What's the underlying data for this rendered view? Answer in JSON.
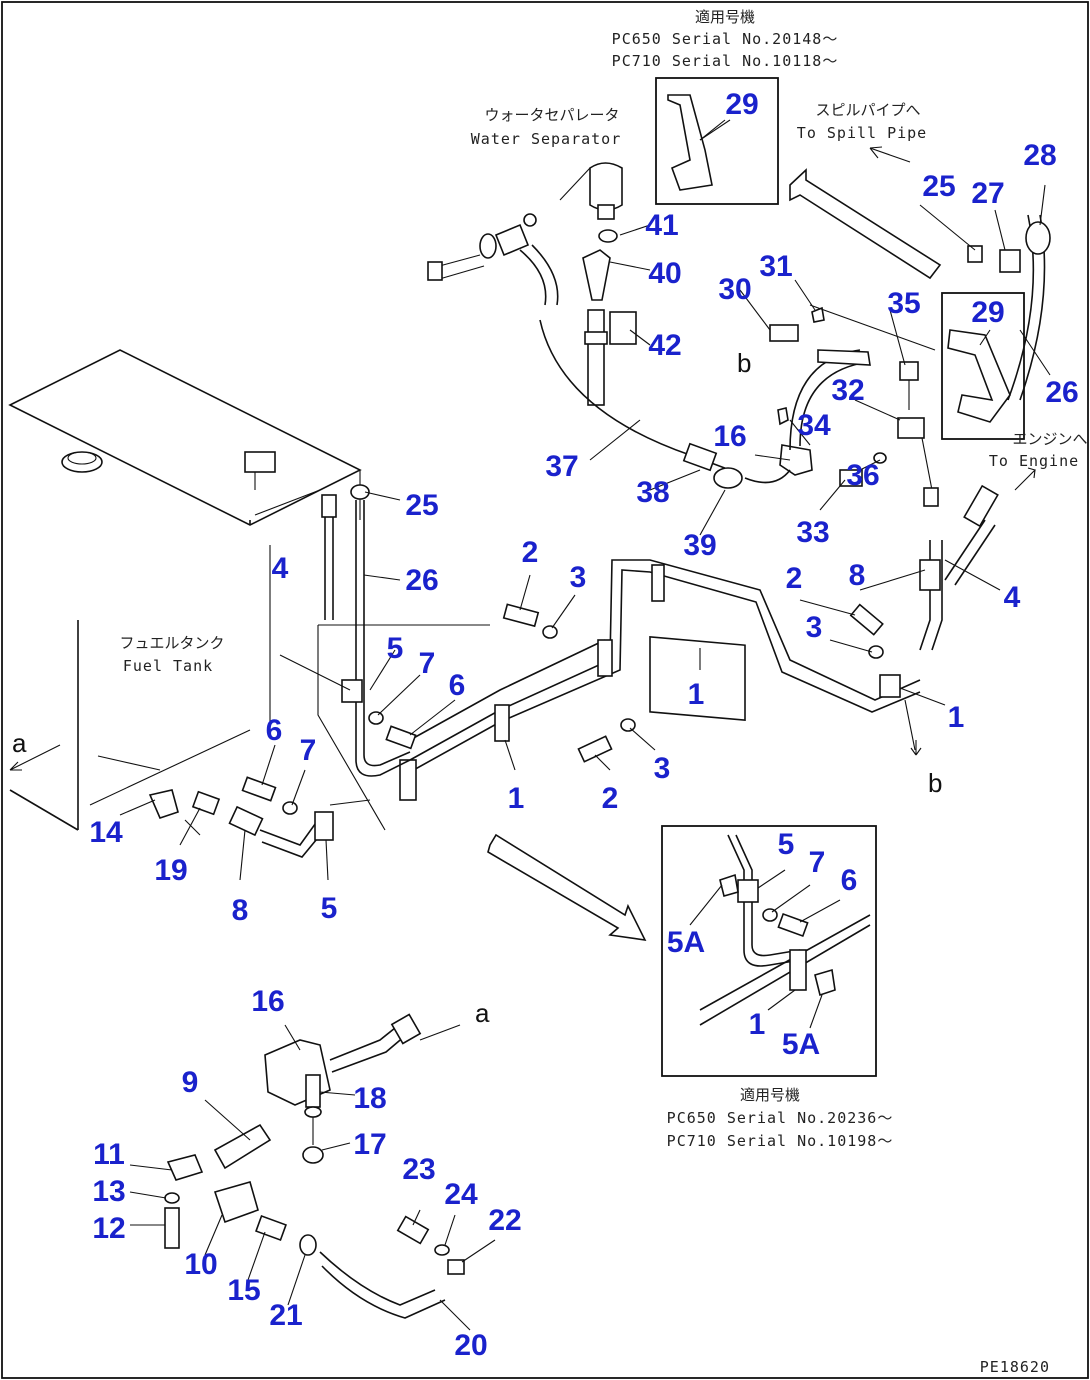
{
  "labels": {
    "applicable_models_top": "適用号機",
    "serial_top_1": "PC650 Serial No.20148～",
    "serial_top_2": "PC710 Serial No.10118～",
    "applicable_models_bottom": "適用号機",
    "serial_bottom_1": "PC650 Serial No.20236～",
    "serial_bottom_2": "PC710 Serial No.10198～",
    "water_separator_jp": "ウォータセパレータ",
    "water_separator_en": "Water Separator",
    "to_spill_pipe_jp": "スピルパイプへ",
    "to_spill_pipe_en": "To Spill Pipe",
    "to_engine_jp": "エンジンへ",
    "to_engine_en": "To Engine",
    "fuel_tank_jp": "フュエルタンク",
    "fuel_tank_en": "Fuel Tank",
    "drawing_code": "PE18620"
  },
  "refs": {
    "a_left": "a",
    "a_bottom": "a",
    "b_top": "b",
    "b_bottom": "b"
  },
  "part_numbers": {
    "p29_inset": "29",
    "p41": "41",
    "p40": "40",
    "p42": "42",
    "p37": "37",
    "p38": "38",
    "p39": "39",
    "p16_top": "16",
    "p34": "34",
    "p30": "30",
    "p31": "31",
    "p35": "35",
    "p32": "32",
    "p29_right": "29",
    "p26_right": "26",
    "p25_right": "25",
    "p27": "27",
    "p28": "28",
    "p36": "36",
    "p33": "33",
    "p2_upper": "2",
    "p3_upper": "3",
    "p25_left": "25",
    "p4_left": "4",
    "p26_left": "26",
    "p2_right": "2",
    "p8_right": "8",
    "p4_right": "4",
    "p3_right": "3",
    "p1_center": "1",
    "p1_right": "1",
    "p5_upper": "5",
    "p7_upper": "7",
    "p6_upper": "6",
    "p1_lower": "1",
    "p2_lower": "2",
    "p3_lower": "3",
    "p6_left": "6",
    "p7_left": "7",
    "p14": "14",
    "p19": "19",
    "p8_left": "8",
    "p5_left": "5",
    "inset5_5": "5",
    "inset5_7": "7",
    "inset5_6": "6",
    "inset5_5A_left": "5A",
    "inset5_1": "1",
    "inset5_5A_bottom": "5A",
    "p16_bottom": "16",
    "p9": "9",
    "p18": "18",
    "p17": "17",
    "p11": "11",
    "p13": "13",
    "p12": "12",
    "p10": "10",
    "p15": "15",
    "p21": "21",
    "p23": "23",
    "p24": "24",
    "p22": "22",
    "p20": "20"
  }
}
